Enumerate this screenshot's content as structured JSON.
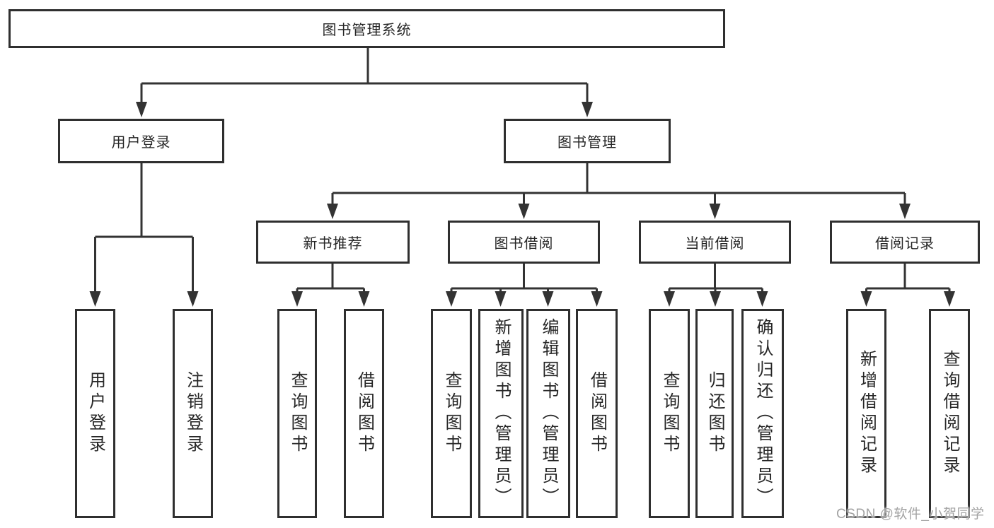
{
  "diagram": {
    "root": "图书管理系统",
    "user_login": {
      "label": "用户登录",
      "children": [
        {
          "label": "用户登录"
        },
        {
          "label": "注销登录"
        }
      ]
    },
    "book_management": {
      "label": "图书管理",
      "children": [
        {
          "label": "新书推荐",
          "children": [
            {
              "label": "查询图书"
            },
            {
              "label": "借阅图书"
            }
          ]
        },
        {
          "label": "图书借阅",
          "children": [
            {
              "label": "查询图书"
            },
            {
              "label": "新增图书（管理员）"
            },
            {
              "label": "编辑图书（管理员）"
            },
            {
              "label": "借阅图书"
            }
          ]
        },
        {
          "label": "当前借阅",
          "children": [
            {
              "label": "查询图书"
            },
            {
              "label": "归还图书"
            },
            {
              "label": "确认归还（管理员）"
            }
          ]
        },
        {
          "label": "借阅记录",
          "children": [
            {
              "label": "新增借阅记录"
            },
            {
              "label": "查询借阅记录"
            }
          ]
        }
      ]
    }
  },
  "watermark": "CSDN @软件_小贺同学",
  "colors": {
    "line": "#333333",
    "box_border": "#2f2f2f",
    "text": "#262626",
    "watermark": "#a3a3a3",
    "background": "#ffffff"
  }
}
